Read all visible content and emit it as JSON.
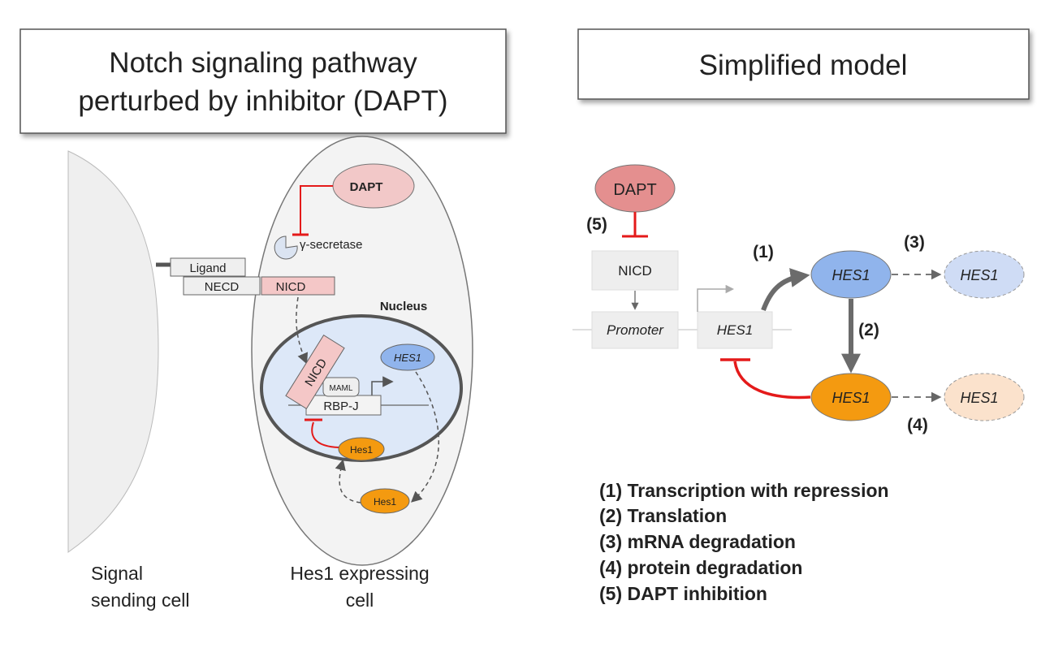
{
  "left_panel": {
    "title_line1": "Notch signaling pathway",
    "title_line2": "perturbed by inhibitor (DAPT)",
    "dapt": "DAPT",
    "gamma_secretase": "γ-secretase",
    "ligand": "Ligand",
    "necd": "NECD",
    "nicd": "NICD",
    "nucleus": "Nucleus",
    "nicd_inner": "NICD",
    "maml": "MAML",
    "rbpj": "RBP-J",
    "hes1_mrna": "HES1",
    "hes1_protein_nucleus": "Hes1",
    "hes1_protein_cytoplasm": "Hes1",
    "signal_cell_line1": "Signal",
    "signal_cell_line2": "sending cell",
    "hes1_cell_line1": "Hes1 expressing",
    "hes1_cell_line2": "cell"
  },
  "right_panel": {
    "title": "Simplified model",
    "dapt": "DAPT",
    "nicd": "NICD",
    "promoter": "Promoter",
    "hes1_gene": "HES1",
    "hes1_mrna": "HES1",
    "hes1_mrna_degraded": "HES1",
    "hes1_protein": "HES1",
    "hes1_protein_degraded": "HES1",
    "label_1": "(1)",
    "label_2": "(2)",
    "label_3": "(3)",
    "label_4": "(4)",
    "label_5": "(5)"
  },
  "legend": [
    "(1) Transcription with repression",
    "(2) Translation",
    "(3) mRNA degradation",
    "(4) protein degradation",
    "(5) DAPT inhibition"
  ],
  "colors": {
    "dapt_fill": "#f2c8c8",
    "dapt_right_fill": "#e48f8f",
    "nicd_fill": "#f4c7c7",
    "nucleus_fill": "#dde8f8",
    "mrna_fill": "#90b4ec",
    "mrna_faded": "#cfdcf5",
    "protein_fill": "#f49a10",
    "protein_faded": "#fbe2cc",
    "inhibition_red": "#e41a1a",
    "arrow_gray": "#666666"
  }
}
